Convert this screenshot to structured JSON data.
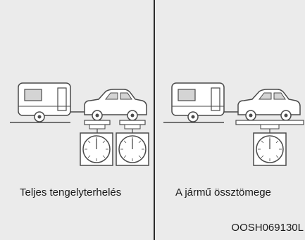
{
  "left": {
    "caption": "Teljes tengelyterhelés",
    "scale_count": 2
  },
  "right": {
    "caption": "A jármű össztömege",
    "scale_count": 1
  },
  "figure_code": "OOSH069130L",
  "colors": {
    "background": "#ebebeb",
    "line": "#4a4a4a",
    "fill": "#ffffff",
    "window": "#d4d4d4"
  }
}
